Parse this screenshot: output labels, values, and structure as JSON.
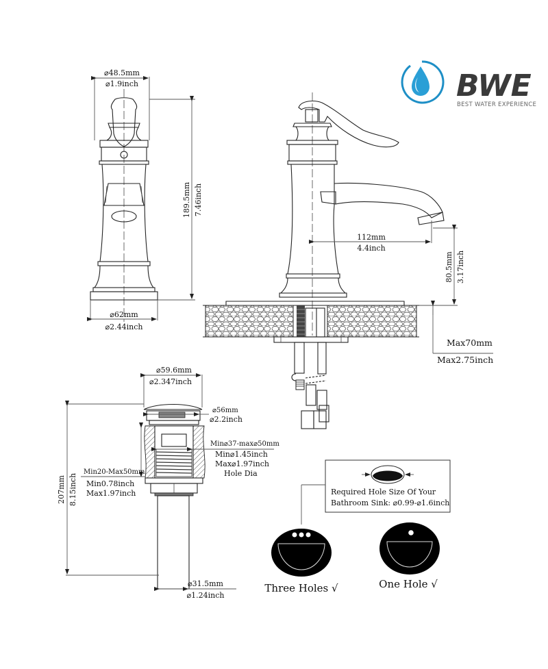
{
  "brand": {
    "name": "BWE",
    "tagline": "BEST WATER EXPERIENCE",
    "primary_color": "#1e8fc6",
    "text_color": "#3a3a3a"
  },
  "faucet_side_view": {
    "top_width_mm": "⌀48.5mm",
    "top_width_in": "⌀1.9inch",
    "height_mm": "189.5mm",
    "height_in": "7.46inch",
    "base_width_mm": "⌀62mm",
    "base_width_in": "⌀2.44inch"
  },
  "faucet_front_view": {
    "spout_reach_mm": "112mm",
    "spout_reach_in": "4.4inch",
    "spout_height_mm": "80.5mm",
    "spout_height_in": "3.17inch",
    "deck_max_mm": "Max70mm",
    "deck_max_in": "Max2.75inch"
  },
  "drain": {
    "cap_dia_mm": "⌀59.6mm",
    "cap_dia_in": "⌀2.347inch",
    "flange_dia_mm": "⌀56mm",
    "flange_dia_in": "⌀2.2inch",
    "hole_dia_mm": "Min⌀37-max⌀50mm",
    "hole_dia_min_in": "Min⌀1.45inch",
    "hole_dia_max_in": "Max⌀1.97inch",
    "hole_dia_label": "Hole Dia",
    "thickness_mm": "Min20-Max50mm",
    "thickness_min_in": "Min0.78inch",
    "thickness_max_in": "Max1.97inch",
    "total_height_mm": "207mm",
    "total_height_in": "8.15inch",
    "tail_dia_mm": "⌀31.5mm",
    "tail_dia_in": "⌀1.24inch"
  },
  "hole_requirement": {
    "line1": "Required Hole Size Of Your",
    "line2": "Bathroom Sink: ⌀0.99-⌀1.6inch"
  },
  "sink_options": [
    {
      "label": "Three Holes √",
      "holes": 3
    },
    {
      "label": "One Hole  √",
      "holes": 1
    }
  ]
}
